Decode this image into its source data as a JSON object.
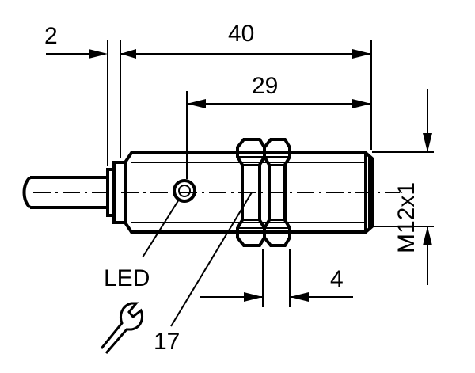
{
  "drawing": {
    "dimensions": {
      "cable_offset": "2",
      "overall_length": "40",
      "thread_length": "29",
      "thread_spec": "M12x1",
      "nut_width": "4"
    },
    "labels": {
      "led": "LED",
      "wrench_size": "17"
    },
    "icons": {
      "wrench": "wrench-icon"
    }
  }
}
